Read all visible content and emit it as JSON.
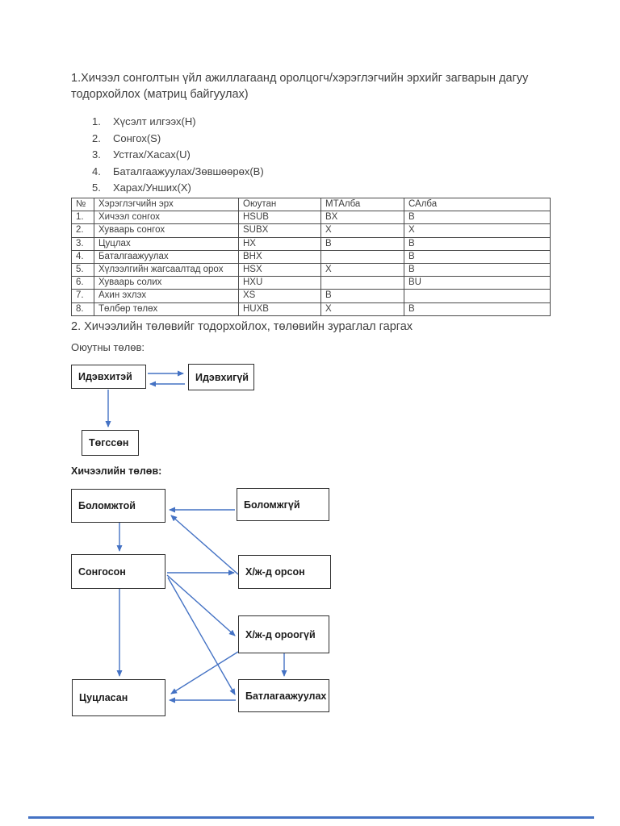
{
  "document": {
    "section1": {
      "heading": "1.Хичээл сонголтын үйл ажиллагаанд оролцогч/хэрэглэгчийн эрхийг загварын дагуу тодорхойлох (матриц байгуулах)",
      "items": [
        {
          "num": "1.",
          "label": "Хүсэлт илгээх(H)"
        },
        {
          "num": "2.",
          "label": "Сонгох(S)"
        },
        {
          "num": "3.",
          "label": "Устгах/Хасах(U)"
        },
        {
          "num": "4.",
          "label": "Баталгаажуулах/Зөвшөөрөх(B)"
        },
        {
          "num": "5.",
          "label": "Харах/Унших(X)"
        }
      ]
    },
    "table": {
      "headers": [
        "№",
        "Хэрэглэгчийн эрх",
        "Оюутан",
        "МТАлба",
        "САлба"
      ],
      "rows": [
        [
          "1.",
          "Хичээл сонгох",
          "HSUB",
          "BX",
          "B"
        ],
        [
          "2.",
          "Хуваарь сонгох",
          "SUBX",
          "X",
          "X"
        ],
        [
          "3.",
          "Цуцлах",
          "HX",
          "B",
          "B"
        ],
        [
          "4.",
          "Баталгаажуулах",
          "BHX",
          "",
          "B"
        ],
        [
          "5.",
          "Хүлээлгийн жагсаалтад орох",
          "HSX",
          "X",
          "B"
        ],
        [
          "6.",
          "Хуваарь солих",
          "HXU",
          "",
          "BU"
        ],
        [
          "7.",
          "Ахин эхлэх",
          "XS",
          "B",
          ""
        ],
        [
          "8.",
          "Төлбөр төлөх",
          "HUXB",
          "X",
          "B"
        ]
      ]
    },
    "section2": {
      "heading": "2. Хичээлийн төлөвийг тодорхойлох, төлөвийн зураглал гаргах",
      "student_states_label": "Оюутны төлөв:",
      "course_states_label": "Хичээлийн төлөв:"
    },
    "student_state_diagram": {
      "active": "Идэвхитэй",
      "inactive": "Идэвхигүй",
      "graduated": "Төгссөн"
    },
    "course_state_diagram": {
      "available": "Боломжтой",
      "unavailable": "Боломжгүй",
      "selected": "Сонгосон",
      "waitlist_in": "Х/ж-д орсон",
      "waitlist_out": "Х/ж-д ороогүй",
      "cancelled": "Цуцласан",
      "confirm": "Батлагаажуулах"
    },
    "colors": {
      "arrow": "#4472c4",
      "rule": "#4472c4"
    }
  }
}
